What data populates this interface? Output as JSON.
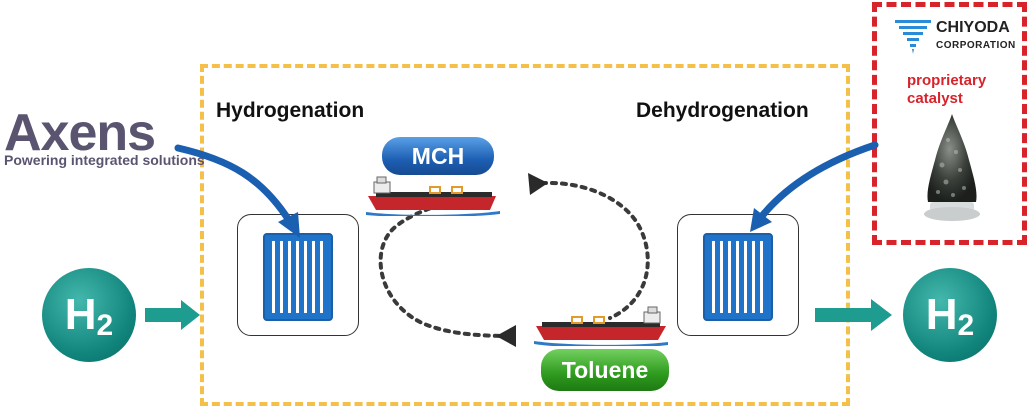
{
  "labels": {
    "hydrogenation": "Hydrogenation",
    "dehydrogenation": "Dehydrogenation",
    "mch": "MCH",
    "toluene": "Toluene"
  },
  "axens": {
    "name": "Axens",
    "tagline": "Powering integrated solutions"
  },
  "chiyoda": {
    "name": "CHIYODA",
    "subtitle": "CORPORATION",
    "catalyst_label": "proprietary catalyst"
  },
  "hydrogen": {
    "symbol": "H",
    "subscript": "2"
  },
  "colors": {
    "process_border": "#f4c04a",
    "chiyoda_border": "#d8232a",
    "arrow_blue": "#1a5fb0",
    "arrow_teal": "#1f9c90",
    "h2_circle": "#10847b",
    "reactor_fill": "#1f74c9",
    "mch_pill": "#1d5fb3",
    "toluene_pill": "#2e9a1e",
    "ship_hull": "#c4262c"
  }
}
